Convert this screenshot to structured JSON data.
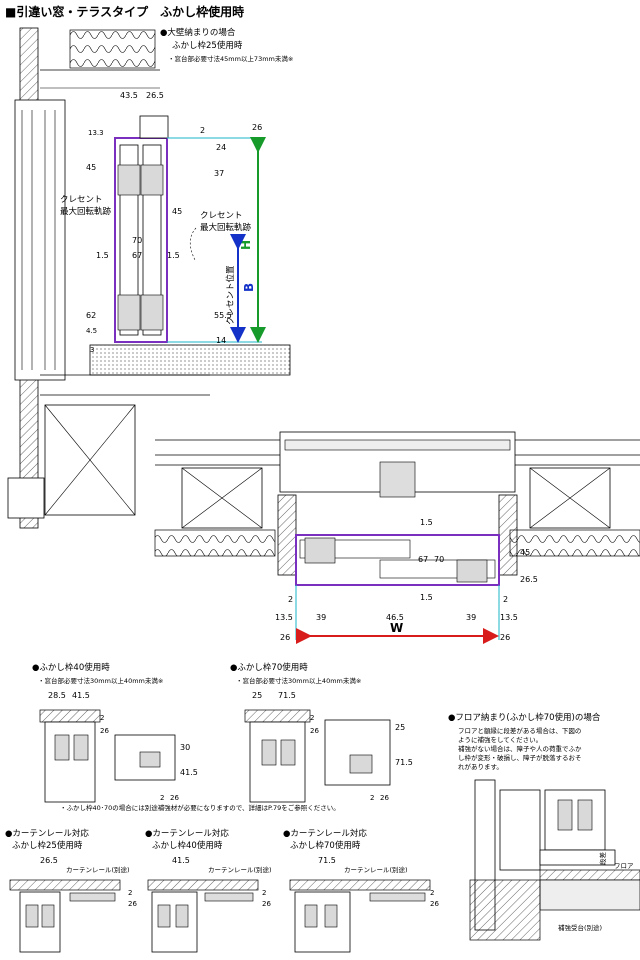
{
  "title": "■引違い窓・テラスタイプ　ふかし枠使用時",
  "top": {
    "heading": "●大壁納まりの場合",
    "sub": "ふかし枠25使用時",
    "note": "・窓台部必要寸法45mm以上73mm未満※",
    "crescent_left": [
      "クレセント",
      "最大回転軌跡"
    ],
    "crescent_right": [
      "クレセント",
      "最大回転軌跡"
    ],
    "crescent_pos": "クレセント位置",
    "H": "H",
    "B": "B",
    "dims": {
      "d43_5": "43.5",
      "d26_5": "26.5",
      "d13_3": "13.3",
      "d2": "2",
      "d26": "26",
      "d45": "45",
      "d24": "24",
      "d37": "37",
      "d45b": "45",
      "d70": "70",
      "d1_5a": "1.5",
      "d67": "67",
      "d1_5b": "1.5",
      "d62": "62",
      "d4_5": "4.5",
      "d55_5": "55.5",
      "d3": "3",
      "d14": "14"
    }
  },
  "plan": {
    "W": "W",
    "dims": {
      "p1_5a": "1.5",
      "p67": "67",
      "p70": "70",
      "p1_5b": "1.5",
      "p45": "45",
      "p26_5": "26.5",
      "p2a": "2",
      "p13_5a": "13.5",
      "p39a": "39",
      "p46_5": "46.5",
      "p39b": "39",
      "p2b": "2",
      "p13_5b": "13.5",
      "p26a": "26",
      "p26b": "26"
    }
  },
  "f40": {
    "heading": "●ふかし枠40使用時",
    "note": "・窓台部必要寸法30mm以上40mm未満※",
    "dims": {
      "a": "28.5",
      "b": "41.5",
      "c": "2",
      "d": "26",
      "e": "30",
      "f": "41.5",
      "g": "2",
      "h": "26"
    }
  },
  "f70": {
    "heading": "●ふかし枠70使用時",
    "note": "・窓台部必要寸法30mm以上40mm未満※",
    "dims": {
      "a": "25",
      "b": "71.5",
      "c": "2",
      "d": "26",
      "e": "25",
      "f": "71.5",
      "g": "2",
      "h": "26"
    }
  },
  "floor": {
    "heading": "●フロア納まり(ふかし枠70使用)の場合",
    "body": [
      "フロアと額縁に段差がある場合は、下図の",
      "ように補強をしてください。",
      "補強がない場合は、障子や人の荷重でふか",
      "し枠が変形・破損し、障子が脱落するおそ",
      "れがあります。"
    ],
    "step": "段差",
    "floor_label": "フロア",
    "support": "補強受台(別途)"
  },
  "footnote": "・ふかし枠40･70の場合には別途補強材が必要になりますので、詳細はP.79をご参照ください。",
  "curtain": [
    {
      "heading": [
        "●カーテンレール対応",
        "ふかし枠25使用時"
      ],
      "width": "26.5",
      "rail": "カーテンレール(別途)",
      "d2": "2",
      "d26": "26"
    },
    {
      "heading": [
        "●カーテンレール対応",
        "ふかし枠40使用時"
      ],
      "width": "41.5",
      "rail": "カーテンレール(別途)",
      "d2": "2",
      "d26": "26"
    },
    {
      "heading": [
        "●カーテンレール対応",
        "ふかし枠70使用時"
      ],
      "width": "71.5",
      "rail": "カーテンレール(別途)",
      "d2": "2",
      "d26": "26"
    }
  ],
  "colors": {
    "frame": "#7b2fbf",
    "H": "#169a2a",
    "B": "#1432c8",
    "W": "#d81b1b",
    "cyan": "#1ab4c8"
  }
}
